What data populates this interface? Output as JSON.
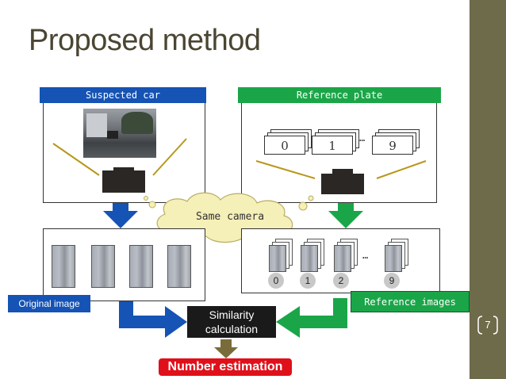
{
  "slide": {
    "title": "Proposed method",
    "page_number": "7"
  },
  "panels": {
    "suspected_car": {
      "header": "Suspected car"
    },
    "reference_plate": {
      "header": "Reference plate",
      "plates": [
        "0",
        "1",
        "9"
      ],
      "ellipsis": "…"
    },
    "original_crops": {
      "label": "Original image"
    },
    "reference_crops": {
      "label": "Reference images",
      "numbers": [
        "0",
        "1",
        "2",
        "9"
      ],
      "ellipsis": "…"
    }
  },
  "cloud": {
    "label": "Same camera"
  },
  "process": {
    "similarity": [
      "Similarity",
      "calculation"
    ],
    "result": "Number estimation"
  },
  "colors": {
    "blue": "#1553b4",
    "green": "#1aa648",
    "sidebar": "#6e6b4b",
    "cloud": "#f5efb8",
    "result": "#e0101a"
  }
}
